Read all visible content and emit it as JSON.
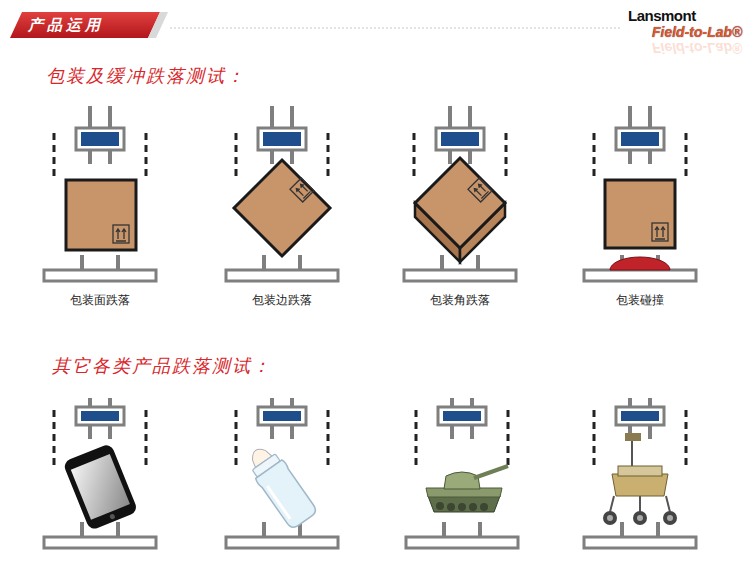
{
  "diagram": {
    "title": "产品运用",
    "labels": [
      "Lansmont",
      "Field-to-Lab®",
      "Field-to-Lab®",
      "包装及缓冲跌落测试：",
      "包装面跌落",
      "包装边跌落",
      "包装角跌落",
      "包装碰撞",
      "其它各类产品跌落测试："
    ]
  }
}
